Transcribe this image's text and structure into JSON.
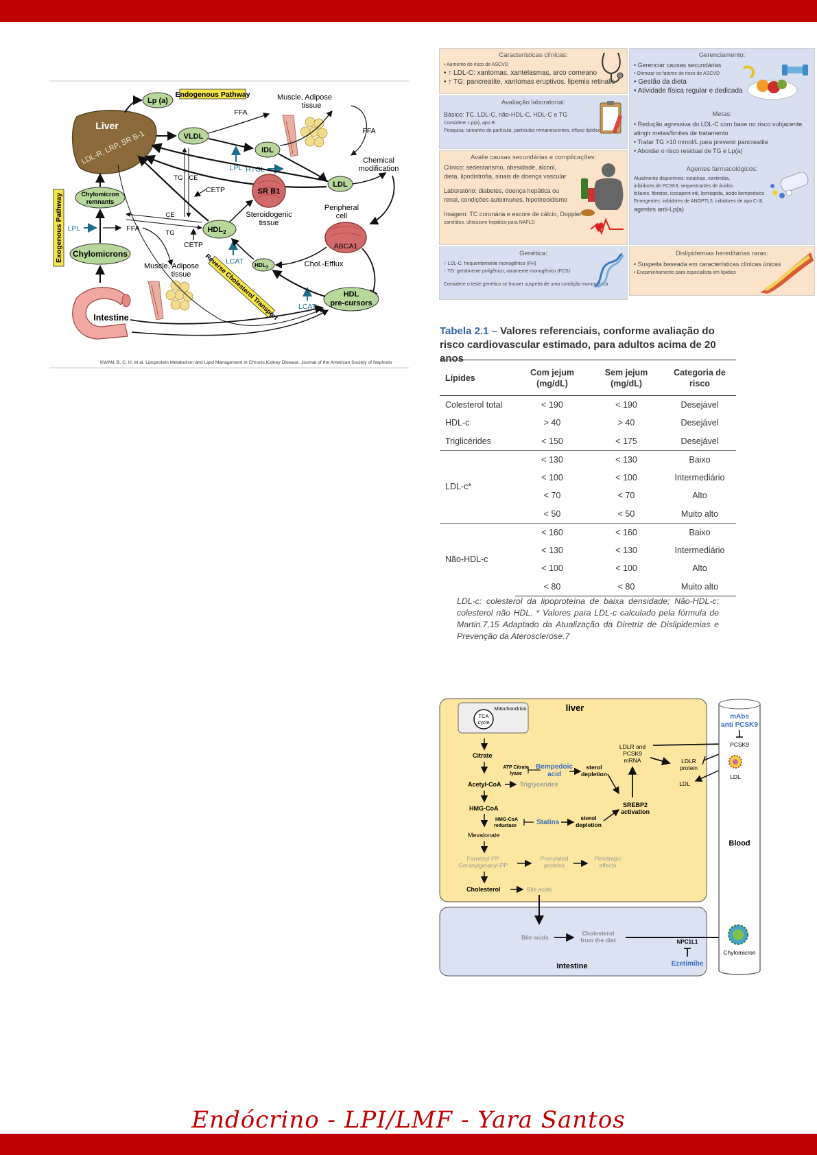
{
  "colors": {
    "brand_red": "#c00000",
    "liver_brown": "#8a6a3b",
    "green_node": "#b8d79a",
    "yellow_label": "#f5e54a",
    "teal_enzyme": "#1d6e8a",
    "peach_panel": "#fbe3c9",
    "blue_panel": "#d7dff0",
    "liver_panel": "#fde7a0",
    "intestine_panel": "#dbe3f3",
    "drug_blue": "#3a6fc2"
  },
  "footer": {
    "signature": "Endócrino - LPI/LMF - Yara Santos"
  },
  "figure1": {
    "lpa": "Lp (a)",
    "endogenous": "Endogenous Pathway",
    "muscle_top": "Muscle, Adipose",
    "tissue_top": "tissue",
    "liver": "Liver",
    "liver_receptors": "LDL-R, LRP, SR B-1",
    "vldl": "VLDL",
    "ffa1": "FFA",
    "ffa2": "FFA",
    "ffa3": "FFA",
    "idl": "IDL",
    "lpl1": "LPL",
    "lpl2": "LPL",
    "htgl": "HTGL",
    "chemical": "Chemical",
    "modification": "modification",
    "ldl": "LDL",
    "tg1": "TG",
    "ce1": "CE",
    "cetp1": "CETP",
    "cetp2": "CETP",
    "srb1": "SR B1",
    "steroidogenic": "Steroidogenic",
    "tissue_st": "tissue",
    "peripheral": "Peripheral",
    "cell": "cell",
    "abca1": "ABCA1",
    "chylo_rem1": "Chylomicron",
    "chylo_rem2": "remnants",
    "exogenous": "Exogenous Pathway",
    "ce2": "CE",
    "tg2": "TG",
    "hdl2": "HDL",
    "hdl2_sub": "2",
    "chylomicrons": "Chylomicrons",
    "lcat1": "LCAT",
    "lcat2": "LCAT",
    "hdl3": "HDL",
    "hdl3_sub": "3",
    "chol_efflux": "Chol.-Efflux",
    "reverse": "Reverse Cholesterol Transport",
    "muscle_bot": "Muscle, Adipose",
    "tissue_bot": "tissue",
    "hdl_pre1": "HDL",
    "hdl_pre2": "pre-cursors",
    "intestine": "Intestine",
    "citation": "KWAN, B. C. H. et al. Lipoprotein Metabolism and Lipid Management in Chronic Kidney Disease. Journal of the American Society of Nephrolo"
  },
  "infographic": {
    "clinical_title": "Características clínicas:",
    "clinical_lines": [
      "• Aumento do risco de ASCVD",
      "• ↑ LDL-C: xantomas, xantelasmas, arco corneano",
      "• ↑ TG: pancreatite, xantomas eruptivos, lipemia retinalis"
    ],
    "manage_title": "Gerenciamento:",
    "manage_lines": [
      "• Gerenciar causas secundárias",
      "• Otimizar os fatores de risco de ASCVD",
      "• Gestão da dieta",
      "• Atividade física regular e dedicada"
    ],
    "goals_title": "Metas:",
    "goals_lines": [
      "• Redução agressiva do LDL-C com base no risco subjacente",
      "   atingir metas/limites de tratamento",
      "• Tratar TG >10 mmol/L para prevenir pancreatite",
      "• Abordar o risco residual de TG e Lp(a)"
    ],
    "lab_title": "Avaliação laboratorial:",
    "lab_lines": [
      "Básico: TC, LDL-C, não-HDL-C, HDL-C e TG",
      "Considere: Lp(a), apo B",
      "Pesquisa: tamanho de partícula, partículas remanescentes, efluxo lipídico, apo A-I"
    ],
    "secondary_title": "Avalie causas secundárias e complicações:",
    "secondary_lines": [
      "Clínico: sedentarismo, obesidade, álcool,",
      "dieta, lipodistrofia, sinais de doença vascular",
      "",
      "Laboratório: diabetes, doença hepática ou",
      "renal, condições autoimunes, hipotireoidismo",
      "",
      "Imagem: TC coronária e escore de cálcio, Doppler",
      "carotídeo, ultrassom hepático para NAFLD"
    ],
    "agents_title": "Agentes farmacológicos:",
    "agents_lines": [
      "Atualmente disponíveis: estatinas, ezetimiba,",
      "inibidores de PCSK9, sequestrantes de ácidos",
      "biliares, fibratos, icosapent etil, lomitapida, ácido bempedoico",
      "",
      "Emergentes: inibidores de ANGPTL3, inibidores de apo C-III,",
      "agentes anti-Lp(a)"
    ],
    "genetics_title": "Genética:",
    "genetics_lines": [
      "↑ LDL-C: frequentemente monogênico (FH)",
      "↑ TG: geralmente poligênico, raramente monogênico (FCS)",
      "",
      "Considere o teste genético se houver suspeita de uma condição monogênica"
    ],
    "rare_title": "Dislipidemias hereditárias raras:",
    "rare_lines": [
      "• Suspeita baseada em características clínicas únicas",
      "• Encaminhamento para especialista em lipídios"
    ]
  },
  "table": {
    "caption_label": "Tabela 2.1 –",
    "caption_text": " Valores referenciais, conforme avaliação do risco cardiovascular estimado, para adultos acima de 20 anos",
    "headers": [
      "Lípides",
      "Com jejum (mg/dL)",
      "Sem jejum (mg/dL)",
      "Categoria de risco"
    ],
    "rows": [
      [
        "Colesterol total",
        "< 190",
        "< 190",
        "Desejável"
      ],
      [
        "HDL-c",
        "> 40",
        "> 40",
        "Desejável"
      ],
      [
        "Triglicérides",
        "< 150",
        "< 175",
        "Desejável"
      ],
      [
        "LDL-c*",
        "< 130",
        "< 130",
        "Baixo"
      ],
      [
        "",
        "< 100",
        "< 100",
        "Intermediário"
      ],
      [
        "",
        "< 70",
        "< 70",
        "Alto"
      ],
      [
        "",
        "< 50",
        "< 50",
        "Muito alto"
      ],
      [
        "Não-HDL-c",
        "< 160",
        "< 160",
        "Baixo"
      ],
      [
        "",
        "< 130",
        "< 130",
        "Intermediário"
      ],
      [
        "",
        "< 100",
        "< 100",
        "Alto"
      ],
      [
        "",
        "< 80",
        "< 80",
        "Muito alto"
      ]
    ],
    "note": "LDL-c: colesterol da lipoproteína de baixa densidade; Não-HDL-c: colesterol não HDL. * Valores para LDL-c calculado pela fórmula de Martin.7,15 Adaptado da Atualização da Diretriz de Dislipidemias e Prevenção da Aterosclerose.7"
  },
  "figure3": {
    "liver": "liver",
    "mito": "Mitochondrion",
    "tca1": "TCA",
    "tca2": "cycle",
    "citrate": "Citrate",
    "atp1": "ATP Citrate",
    "atp2": "lyase",
    "bemp1": "Bempedoic",
    "bemp2": "acid",
    "sterol1a": "sterol",
    "sterol1b": "depletion",
    "acetyl": "Acetyl-CoA",
    "trig": "Triglycerides",
    "hmg": "HMG-CoA",
    "hmgr1": "HMG-CoA",
    "hmgr2": "reductase",
    "statins": "Statins",
    "sterol2a": "sterol",
    "sterol2b": "depletion",
    "mevalonate": "Mevalonate",
    "farnesyl": "Farnesyl-PP",
    "geranyl": "Geranylgeranyl-PP",
    "prenyl1": "Prenylated",
    "prenyl2": "proteins",
    "pleio1": "Pleiotropic",
    "pleio2": "effects",
    "cholesterol": "Cholesterol",
    "bile1": "Bile acids",
    "ldlr_mrna1": "LDLR and",
    "ldlr_mrna2": "PCSK9",
    "ldlr_mrna3": "mRNA",
    "srebp1": "SREBP2",
    "srebp2": "activation",
    "ldlr_prot1": "LDLR",
    "ldlr_prot2": "protein",
    "ldl_liver": "LDL",
    "mabs1": "mAbs",
    "mabs2": "anti PCSK9",
    "pcsk9": "PCSK9",
    "ldl_blood": "LDL",
    "blood": "Blood",
    "bile2": "Bile acids",
    "diet1": "Cholesterol",
    "diet2": "from the diet",
    "intestine": "Intestine",
    "npc1l1": "NPC1L1",
    "ezetimibe": "Ezetimibe",
    "chylomicron": "Chylomicron"
  }
}
